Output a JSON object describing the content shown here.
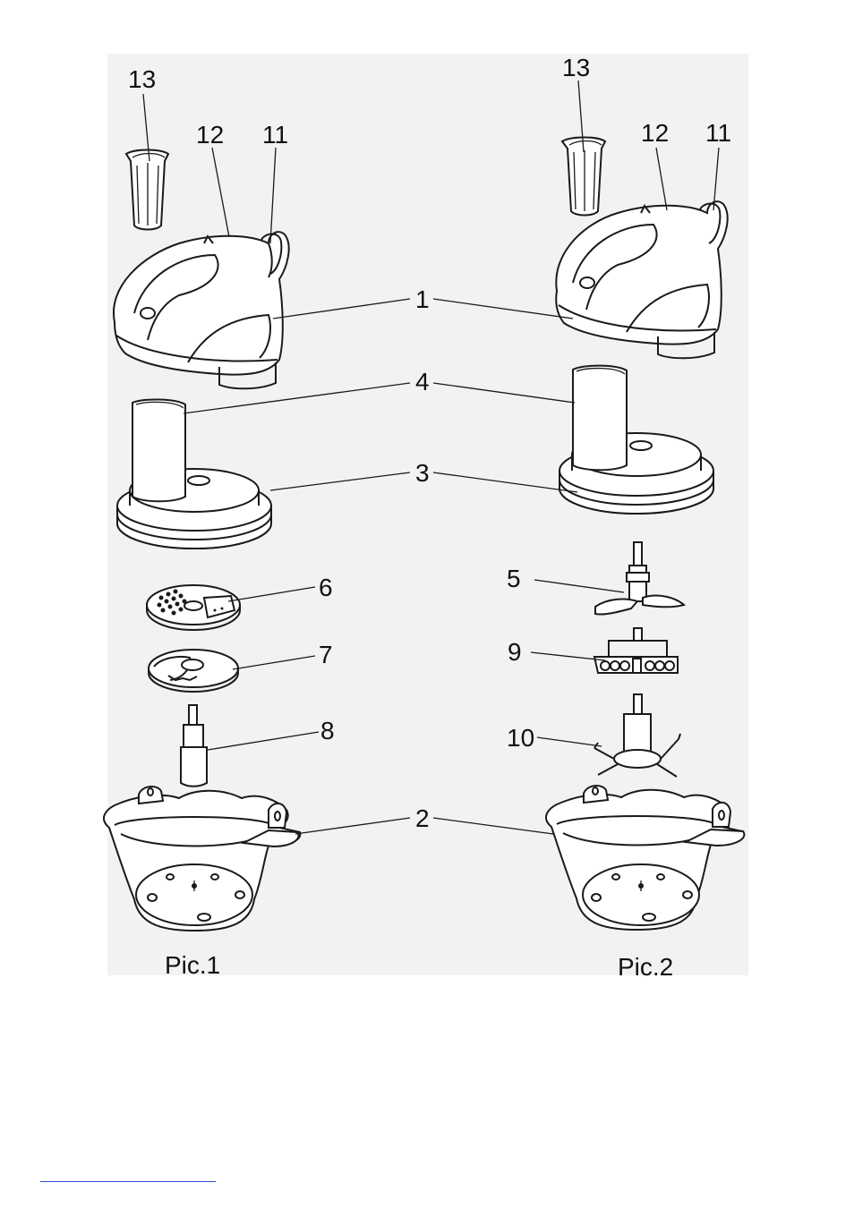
{
  "captions": {
    "pic1": "Pic.1",
    "pic2": "Pic.2"
  },
  "part_numbers": {
    "p1": "1",
    "p2": "2",
    "p3": "3",
    "p4": "4",
    "p5": "5",
    "p6": "6",
    "p7": "7",
    "p8": "8",
    "p9": "9",
    "p10": "10",
    "p11": "11",
    "p12": "12",
    "p13": "13"
  },
  "colors": {
    "panel": "#f2f2f2",
    "outline": "#1a1a1a",
    "footer_line": "#3050c8"
  }
}
